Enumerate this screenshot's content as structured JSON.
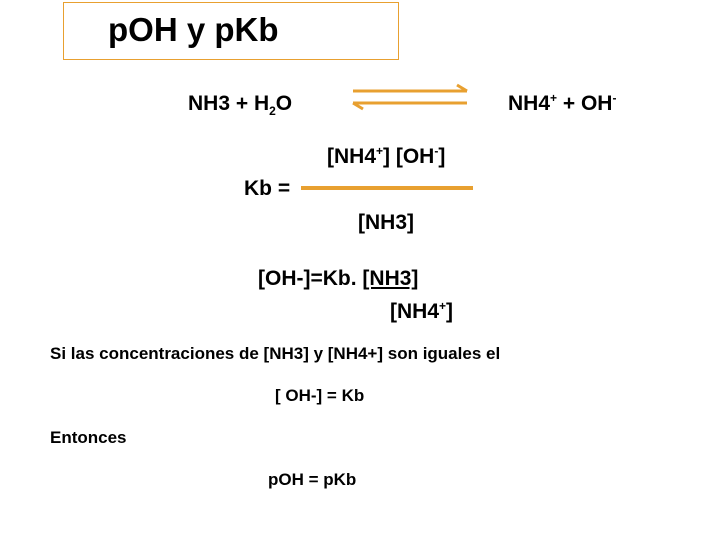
{
  "slide": {
    "title": "pOH  y pKb",
    "reaction": {
      "left": [
        "NH3 + H",
        "2",
        "O"
      ],
      "right": [
        "NH4",
        "+",
        " + OH",
        "-"
      ]
    },
    "kb": {
      "numerator": [
        "[NH4",
        "+",
        "]  [OH",
        "-",
        "]"
      ],
      "label": "Kb =",
      "denominator": "[NH3]"
    },
    "oh_expr": {
      "prefix": "[OH-]=Kb. ",
      "num": "[NH3]",
      "den": [
        "[NH4",
        "+",
        "]"
      ]
    },
    "statement": "Si las concentraciones de [NH3] y [NH4+] son iguales  el",
    "result1": "[ OH-] = Kb",
    "then": "Entonces",
    "result2": "pOH = pKb"
  },
  "colors": {
    "accent": "#e8a030"
  }
}
